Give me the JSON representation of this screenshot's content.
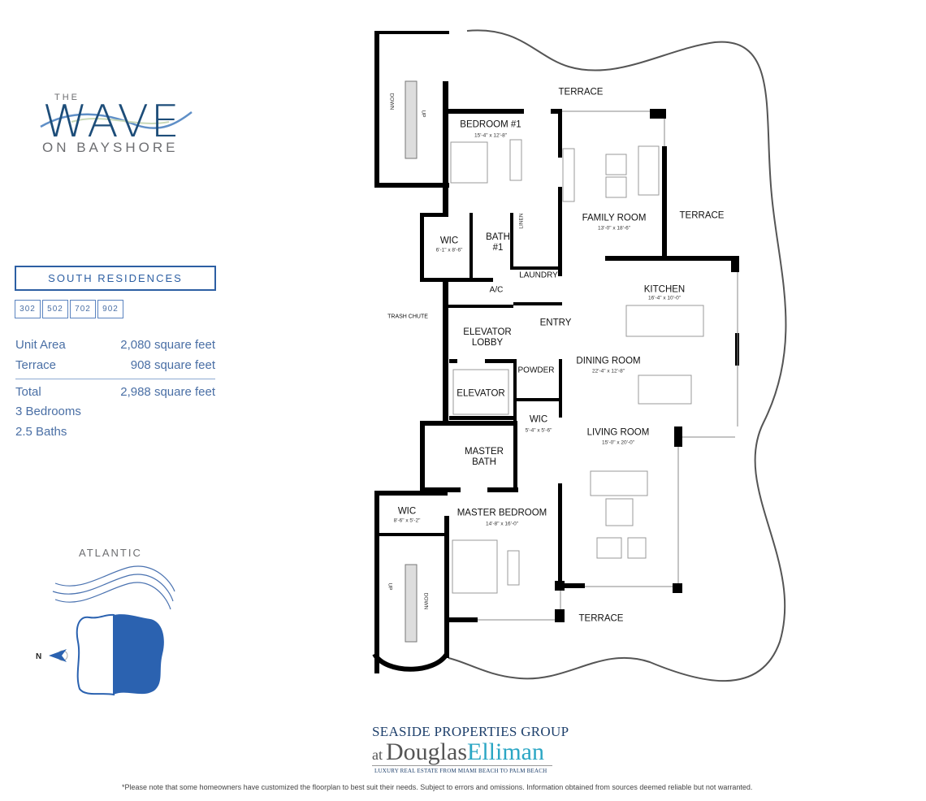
{
  "brand": {
    "logo_top": "THE",
    "logo_main": "WAVE",
    "logo_sub": "ON BAYSHORE",
    "primary_color": "#1d4d79",
    "accent_color": "#2d5fa3"
  },
  "sidebar": {
    "section_title": "SOUTH RESIDENCES",
    "units": [
      "302",
      "502",
      "702",
      "902"
    ],
    "stats": [
      {
        "label": "Unit Area",
        "value": "2,080 square feet"
      },
      {
        "label": "Terrace",
        "value": "908 square feet"
      },
      {
        "label": "Total",
        "value": "2,988 square feet"
      }
    ],
    "bedrooms": "3 Bedrooms",
    "baths": "2.5 Baths",
    "orientation": {
      "ocean_label": "ATLANTIC",
      "north_label": "N"
    }
  },
  "floorplan": {
    "rooms": [
      {
        "name": "TERRACE"
      },
      {
        "name": "BEDROOM #1",
        "dims": "15'-4\" x 12'-8\""
      },
      {
        "name": "FAMILY ROOM",
        "dims": "13'-0\" x 18'-6\""
      },
      {
        "name": "TERRACE"
      },
      {
        "name": "WIC",
        "dims": "6'-1\" x 8'-6\""
      },
      {
        "name": "BATH #1"
      },
      {
        "name": "LINEN"
      },
      {
        "name": "LAUNDRY"
      },
      {
        "name": "A/C"
      },
      {
        "name": "KITCHEN",
        "dims": "16'-4\" x 10'-0\""
      },
      {
        "name": "TRASH CHUTE"
      },
      {
        "name": "ENTRY"
      },
      {
        "name": "ELEVATOR LOBBY"
      },
      {
        "name": "DINING ROOM",
        "dims": "22'-4\" x 12'-8\""
      },
      {
        "name": "POWDER"
      },
      {
        "name": "ELEVATOR"
      },
      {
        "name": "WIC",
        "dims": "5'-4\" x 5'-6\""
      },
      {
        "name": "LIVING ROOM",
        "dims": "15'-0\" x 20'-0\""
      },
      {
        "name": "MASTER BATH"
      },
      {
        "name": "WIC",
        "dims": "8'-6\" x 5'-2\""
      },
      {
        "name": "MASTER BEDROOM",
        "dims": "14'-8\" x 16'-0\""
      },
      {
        "name": "TERRACE"
      }
    ],
    "stairs": {
      "up": "UP",
      "down": "DOWN"
    }
  },
  "footer": {
    "broker_line1": "SEASIDE PROPERTIES GROUP",
    "broker_at": "at",
    "broker_name1": "Douglas",
    "broker_name2": "Elliman",
    "broker_tagline": "LUXURY REAL ESTATE FROM MIAMI BEACH TO PALM BEACH",
    "broker_accent": "#2ba6c4",
    "disclaimer": "*Please note that some homeowners have customized the floorplan to best suit their needs. Subject to errors and omissions. Information obtained from sources deemed reliable but not warranted."
  }
}
